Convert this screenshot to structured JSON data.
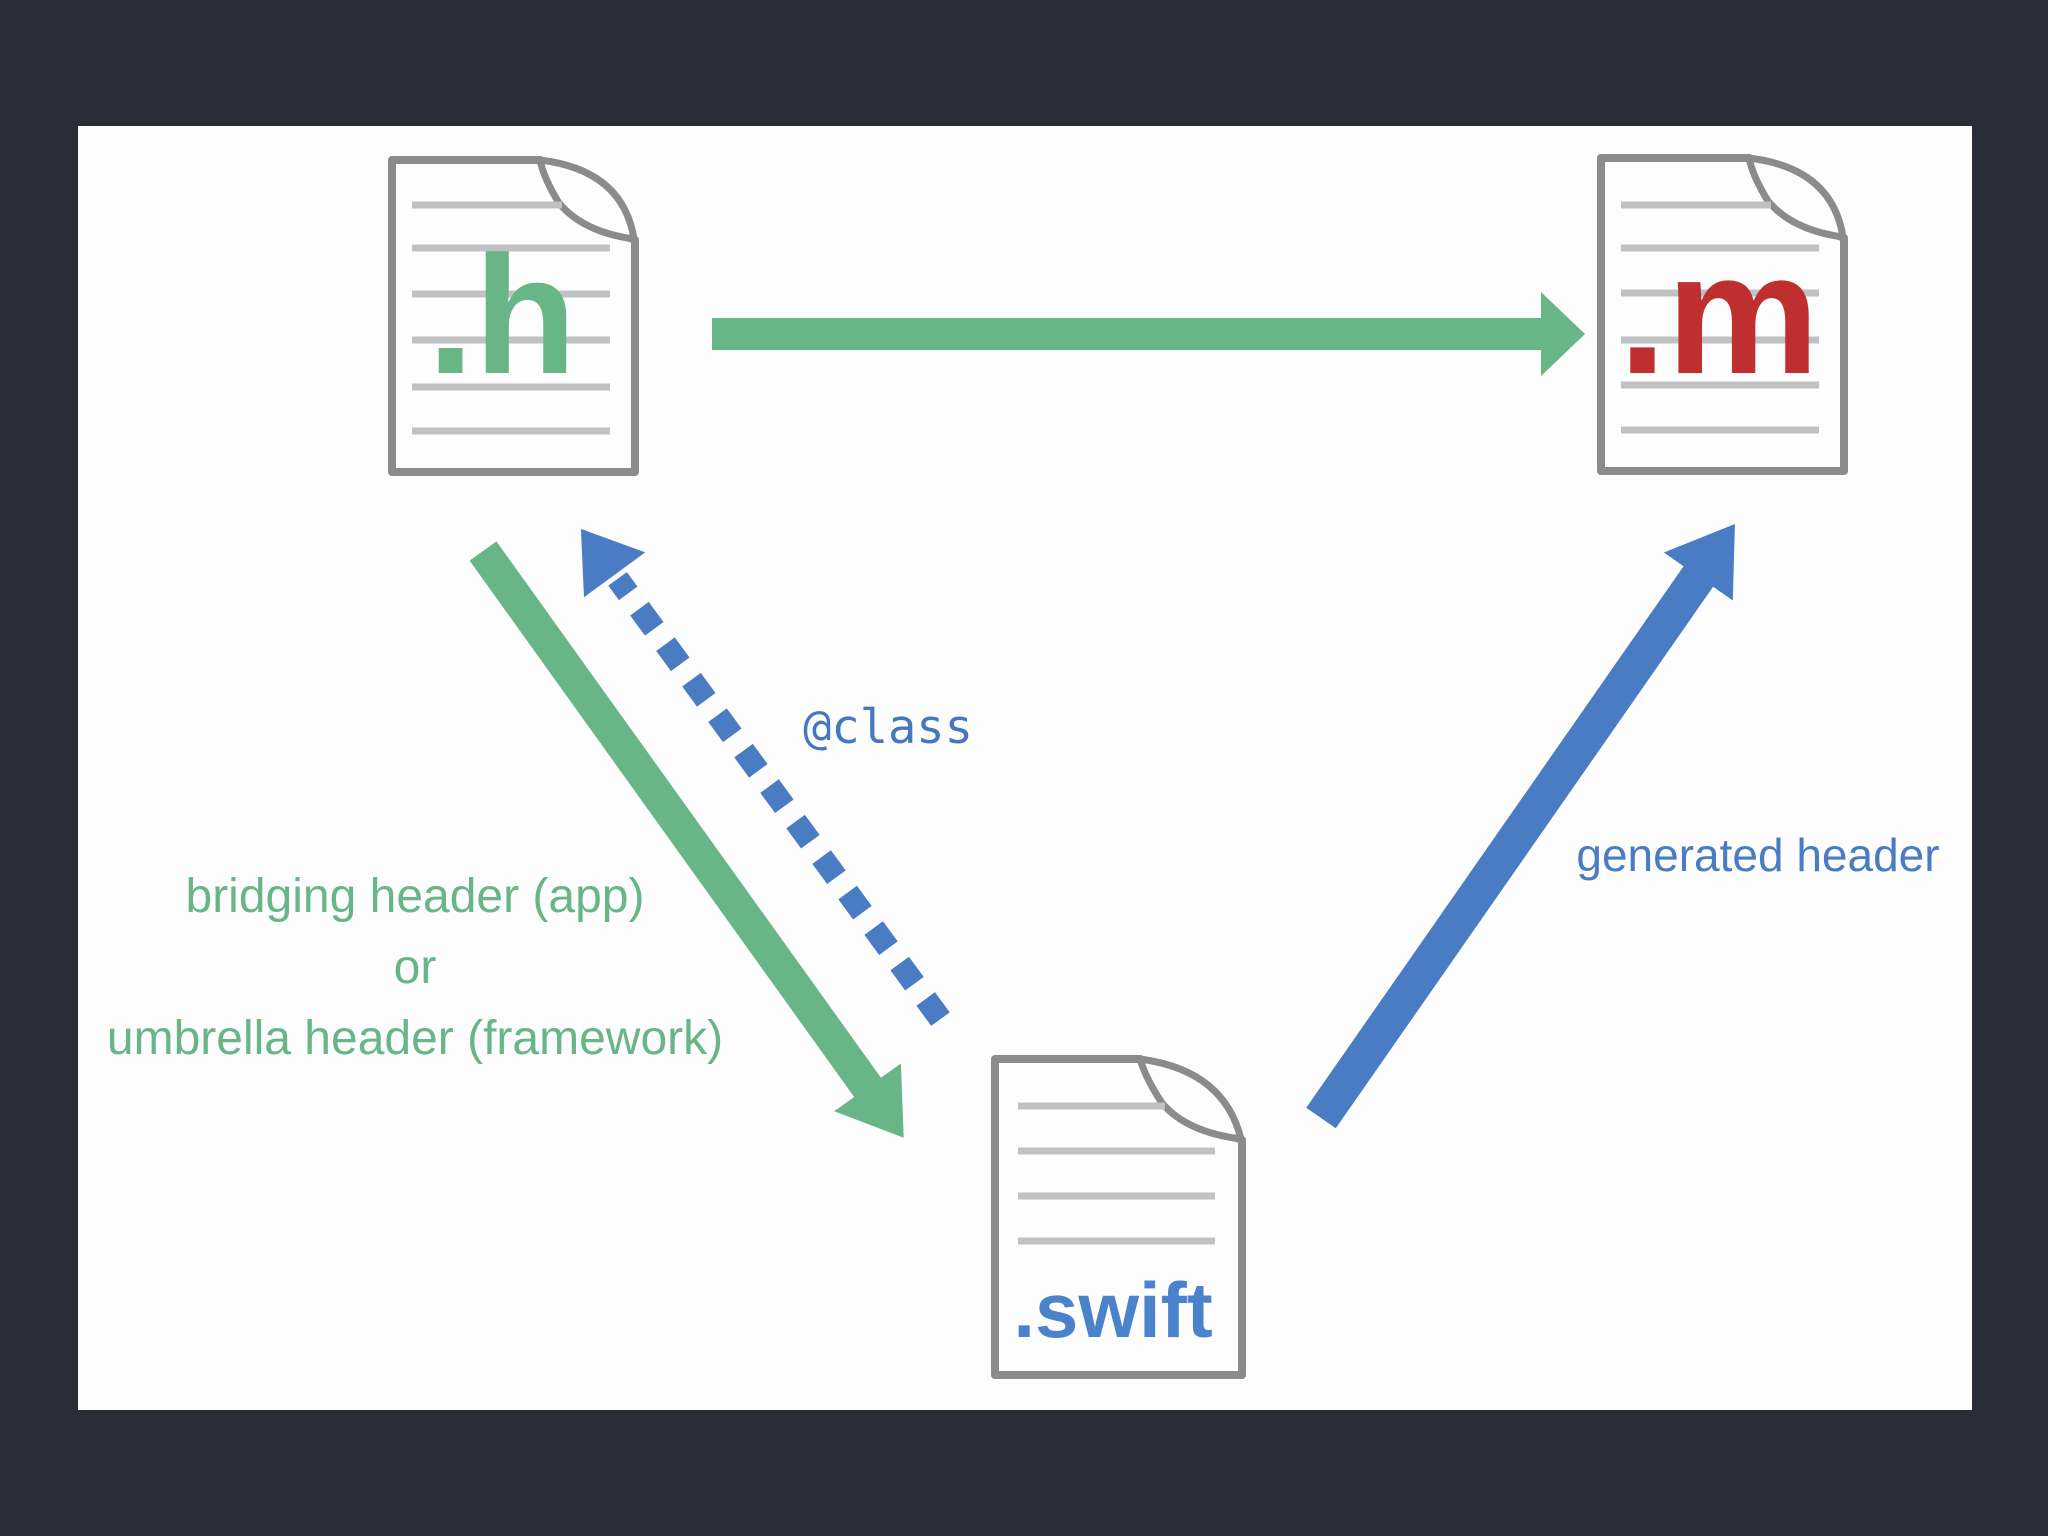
{
  "nodes": {
    "h_file": {
      "label": ".h",
      "color": "#68b588"
    },
    "m_file": {
      "label": ".m",
      "color": "#c02f2f"
    },
    "swift_file": {
      "label": ".swift",
      "color": "#4a82cc"
    }
  },
  "annotations": {
    "at_class": "@class",
    "generated_header": "generated header",
    "bridging_header": {
      "line1": "bridging header (app)",
      "line2": "or",
      "line3": "umbrella header (framework)"
    }
  },
  "edges": [
    {
      "from": ".h",
      "to": ".m",
      "style": "solid",
      "color": "#68b588",
      "label": ""
    },
    {
      "from": ".h",
      "to": ".swift",
      "style": "solid",
      "color": "#68b588",
      "label": "bridging header (app) or umbrella header (framework)"
    },
    {
      "from": ".swift",
      "to": ".h",
      "style": "dashed",
      "color": "#4a7cc4",
      "label": "@class"
    },
    {
      "from": ".swift",
      "to": ".m",
      "style": "solid",
      "color": "#4a7cc4",
      "label": "generated header"
    }
  ],
  "colors": {
    "page_background": "#282d37",
    "canvas_background": "#fdfdfd",
    "arrow_green": "#68b588",
    "arrow_blue": "#4a7cc4",
    "label_blue": "#4678bf",
    "file_red": "#c02f2f",
    "file_green": "#68b588",
    "file_blue": "#4a82cc",
    "doc_border": "#898b8d",
    "doc_rule_line": "#c0c1c3"
  }
}
